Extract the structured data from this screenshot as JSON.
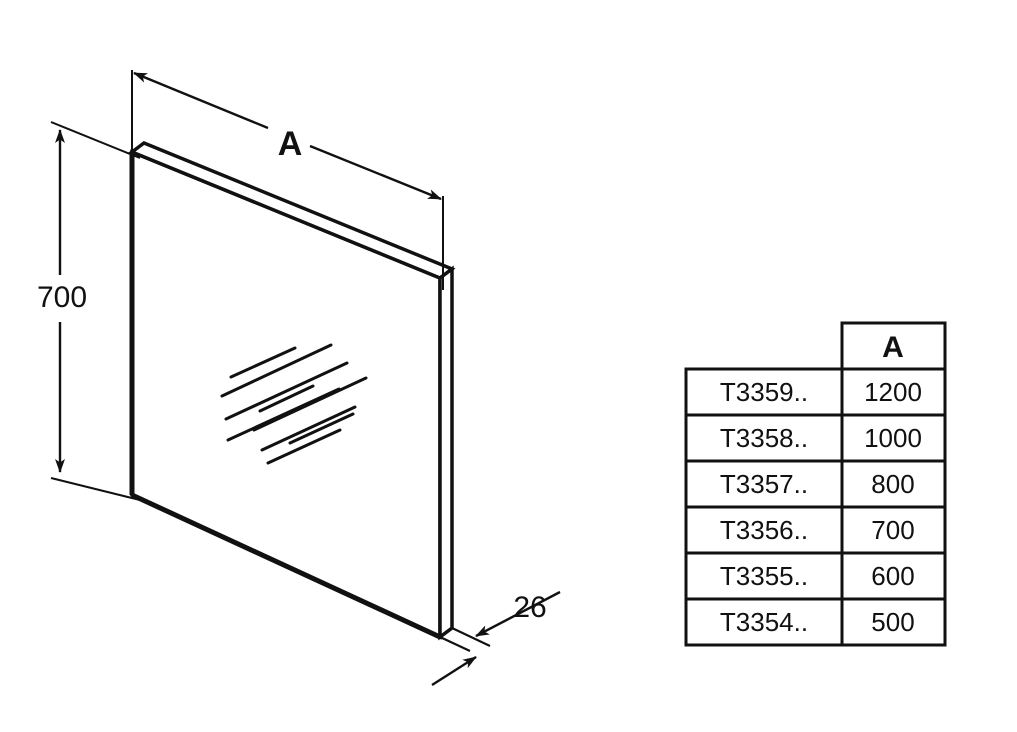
{
  "drawing": {
    "title_dimensions": {
      "width_label": "A",
      "height_label": "700",
      "thickness_label": "26"
    },
    "object": "wall-mirror-isometric"
  },
  "table": {
    "header": {
      "left": "",
      "right": "A"
    },
    "rows": [
      {
        "code": "T3359..",
        "a": "1200"
      },
      {
        "code": "T3358..",
        "a": "1000"
      },
      {
        "code": "T3357..",
        "a": "800"
      },
      {
        "code": "T3356..",
        "a": "700"
      },
      {
        "code": "T3355..",
        "a": "600"
      },
      {
        "code": "T3354..",
        "a": "500"
      }
    ]
  },
  "colors": {
    "line": "#111111",
    "background": "#ffffff"
  }
}
